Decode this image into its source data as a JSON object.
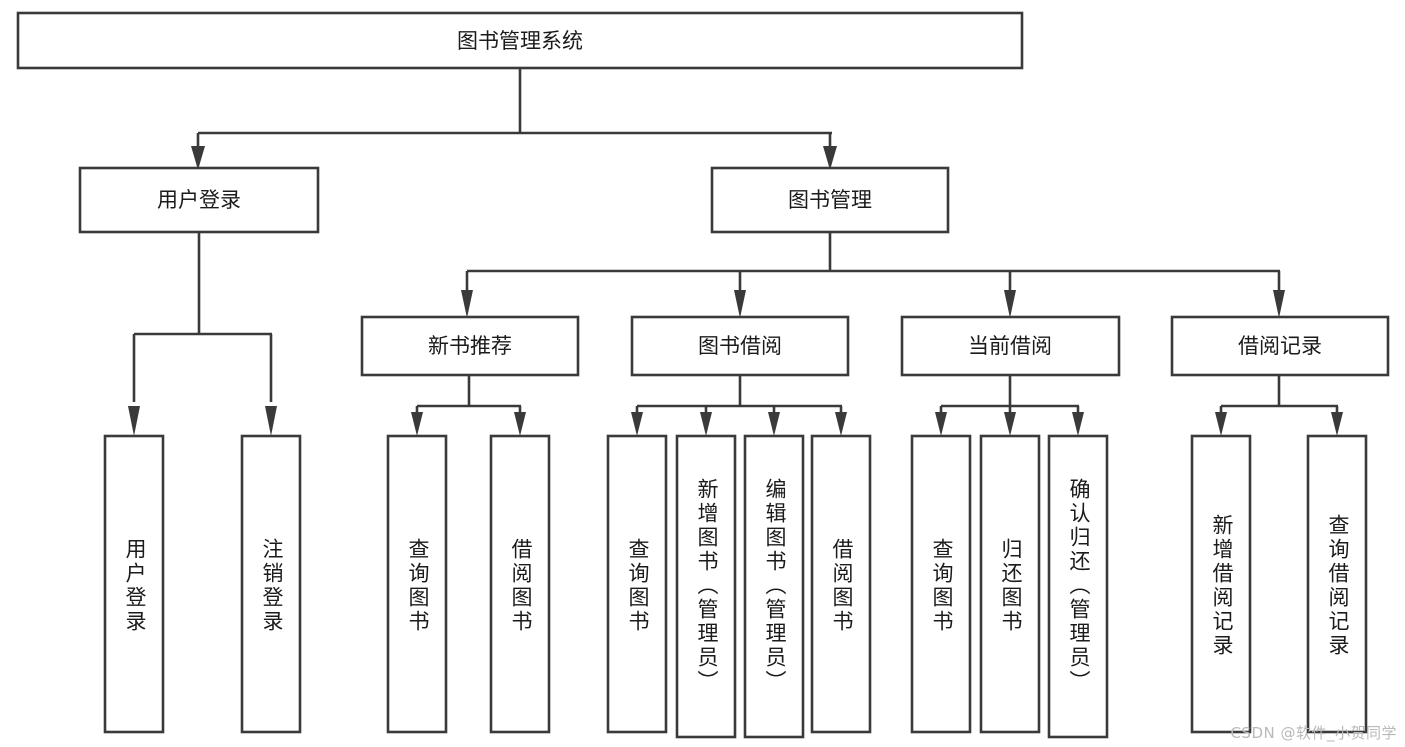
{
  "diagram": {
    "title": "图书管理系统",
    "type": "tree",
    "orientation": "top-down",
    "levels": 4,
    "root": {
      "id": "root",
      "label": "图书管理系统"
    },
    "level2": [
      {
        "id": "user-login",
        "label": "用户登录"
      },
      {
        "id": "book-manage",
        "label": "图书管理"
      }
    ],
    "level3": [
      {
        "id": "new-book-rec",
        "label": "新书推荐",
        "parent": "book-manage"
      },
      {
        "id": "book-borrow",
        "label": "图书借阅",
        "parent": "book-manage"
      },
      {
        "id": "current-borrow",
        "label": "当前借阅",
        "parent": "book-manage"
      },
      {
        "id": "borrow-record",
        "label": "借阅记录",
        "parent": "book-manage"
      }
    ],
    "leaves": [
      {
        "id": "leaf-user-login",
        "label": "用户登录",
        "parent": "user-login"
      },
      {
        "id": "leaf-logout",
        "label": "注销登录",
        "parent": "user-login"
      },
      {
        "id": "leaf-query-book-1",
        "label": "查询图书",
        "parent": "new-book-rec"
      },
      {
        "id": "leaf-borrow-book-1",
        "label": "借阅图书",
        "parent": "new-book-rec"
      },
      {
        "id": "leaf-query-book-2",
        "label": "查询图书",
        "parent": "book-borrow"
      },
      {
        "id": "leaf-add-book",
        "label": "新增图书（管理员）",
        "parent": "book-borrow"
      },
      {
        "id": "leaf-edit-book",
        "label": "编辑图书（管理员）",
        "parent": "book-borrow"
      },
      {
        "id": "leaf-borrow-book-2",
        "label": "借阅图书",
        "parent": "book-borrow"
      },
      {
        "id": "leaf-query-book-3",
        "label": "查询图书",
        "parent": "current-borrow"
      },
      {
        "id": "leaf-return-book",
        "label": "归还图书",
        "parent": "current-borrow"
      },
      {
        "id": "leaf-confirm-return",
        "label": "确认归还（管理员）",
        "parent": "current-borrow"
      },
      {
        "id": "leaf-add-record",
        "label": "新增借阅记录",
        "parent": "borrow-record"
      },
      {
        "id": "leaf-query-record",
        "label": "查询借阅记录",
        "parent": "borrow-record"
      }
    ],
    "colors": {
      "box_stroke": "#3a3a3a",
      "box_fill": "#ffffff",
      "connector": "#3a3a3a",
      "text": "#1b1b1b",
      "background": "#ffffff",
      "watermark": "#b9b9b9"
    }
  },
  "watermark": {
    "text": "CSDN @软件_小贺同学"
  }
}
